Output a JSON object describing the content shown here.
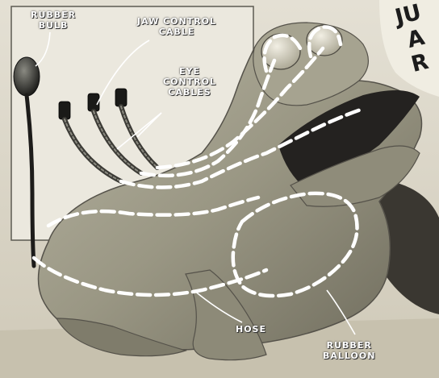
{
  "diagram": {
    "labels": {
      "rubber_bulb": [
        "RUBBER",
        "BULB"
      ],
      "jaw_control_cable": [
        "JAW CONTROL",
        "CABLE"
      ],
      "eye_control_cables": [
        "EYE",
        "CONTROL",
        "CABLES"
      ],
      "hose": "HOSE",
      "rubber_balloon": [
        "RUBBER",
        "BALLOON"
      ]
    },
    "title_fragments": [
      "JU",
      "A",
      "R"
    ]
  }
}
